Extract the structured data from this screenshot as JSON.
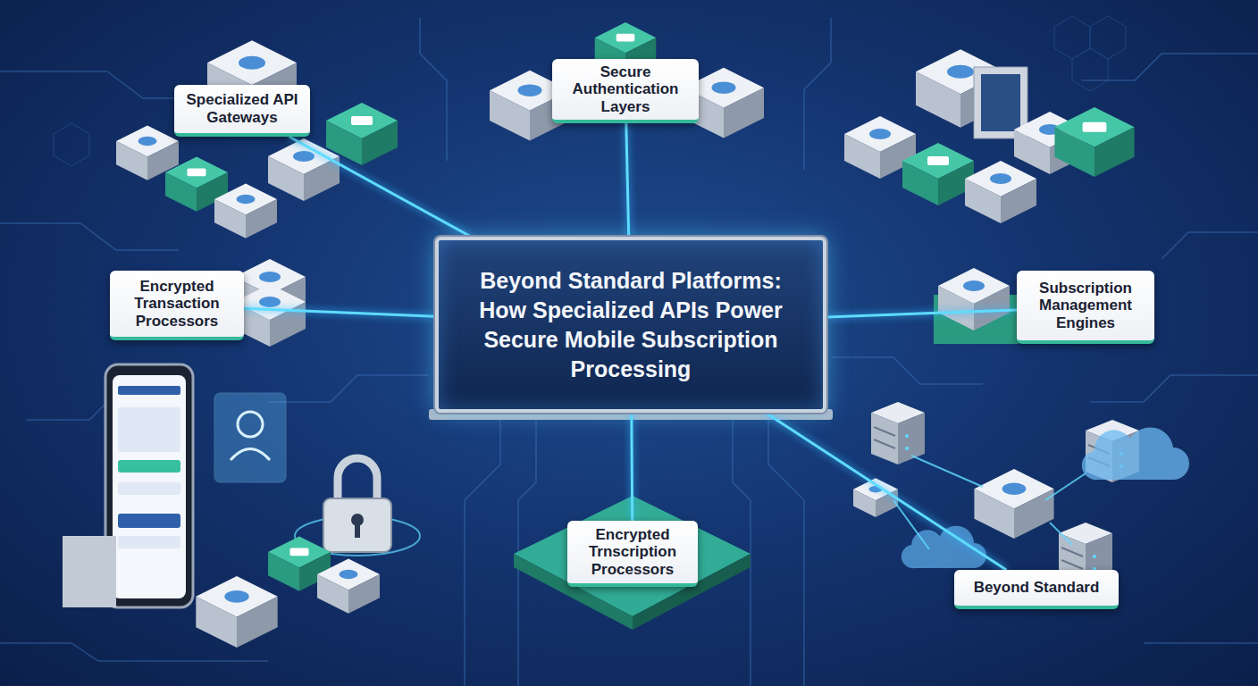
{
  "diagram": {
    "nodes": [
      {
        "text": [
          "Specialized API Gateways"
        ]
      },
      {
        "text": [
          "Secure Authentication Layers"
        ]
      },
      {
        "text": [
          "Encrypted Transaction Processors"
        ]
      },
      {
        "text": [
          "Beyond Standard Platforms: How Specialized APIs Power Secure Mobile Subscription Processing"
        ]
      },
      {
        "text": [
          "Subscription Management Engines"
        ]
      },
      {
        "text": [
          "Encrypted Trnscription Processors"
        ]
      },
      {
        "text": [
          "Beyond Standard"
        ]
      }
    ],
    "edges": [
      {
        "from": 3,
        "to": 0,
        "arrow": "none"
      },
      {
        "from": 3,
        "to": 1,
        "arrow": "none"
      },
      {
        "from": 3,
        "to": 2,
        "arrow": "none"
      },
      {
        "from": 3,
        "to": 4,
        "arrow": "none"
      },
      {
        "from": 3,
        "to": 5,
        "arrow": "none"
      },
      {
        "from": 3,
        "to": 6,
        "arrow": "none"
      }
    ]
  }
}
